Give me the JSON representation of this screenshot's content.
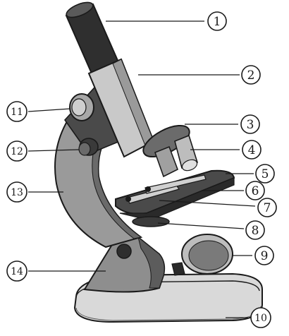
{
  "diagram": {
    "subject": "light microscope",
    "colors": {
      "outline": "#1a1a1a",
      "metal_dark": "#3b3b3b",
      "metal_mid": "#8a8a8a",
      "metal_light": "#d6d6d6",
      "background": "#ffffff"
    },
    "labels": [
      {
        "id": "1",
        "text": "①"
      },
      {
        "id": "2",
        "text": "②"
      },
      {
        "id": "3",
        "text": "③"
      },
      {
        "id": "4",
        "text": "④"
      },
      {
        "id": "5",
        "text": "⑤"
      },
      {
        "id": "6",
        "text": "⑥"
      },
      {
        "id": "7",
        "text": "⑦"
      },
      {
        "id": "8",
        "text": "⑧"
      },
      {
        "id": "9",
        "text": "⑨"
      },
      {
        "id": "10",
        "text": "⑩"
      },
      {
        "id": "11",
        "text": "⑪"
      },
      {
        "id": "12",
        "text": "⑫"
      },
      {
        "id": "13",
        "text": "⑬"
      },
      {
        "id": "14",
        "text": "⑭"
      }
    ]
  }
}
